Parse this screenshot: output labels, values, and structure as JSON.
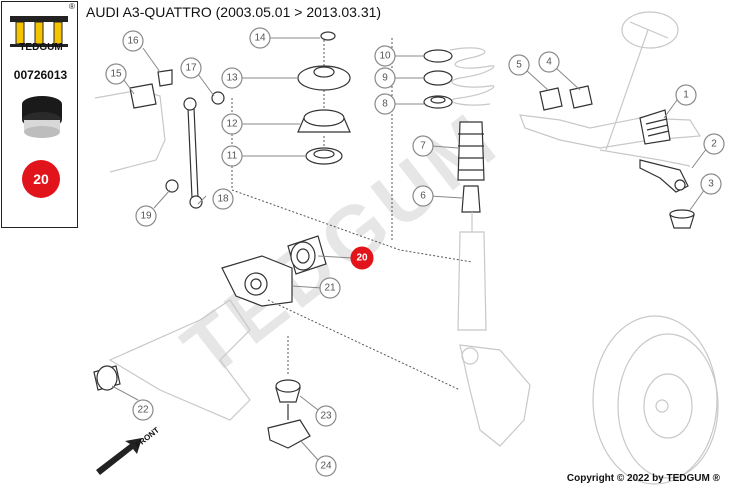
{
  "brand": {
    "name": "TEDGUM",
    "registered_mark": "®"
  },
  "side_panel": {
    "part_number": "00726013",
    "highlight_label": "20"
  },
  "title": "AUDI A3-QUATTRO (2003.05.01 > 2013.03.31)",
  "copyright": "Copyright © 2022 by TEDGUM ®",
  "watermark": "TEDGUM",
  "front_label": "FRONT",
  "colors": {
    "accent": "#e2141b",
    "callout": "#8a8a8a",
    "logo_yellow": "#f5c400"
  },
  "callouts": [
    "1",
    "2",
    "3",
    "4",
    "5",
    "6",
    "7",
    "8",
    "9",
    "10",
    "11",
    "12",
    "13",
    "14",
    "15",
    "16",
    "17",
    "18",
    "19",
    "20",
    "21",
    "22",
    "23",
    "24"
  ],
  "highlighted_callout": "20"
}
